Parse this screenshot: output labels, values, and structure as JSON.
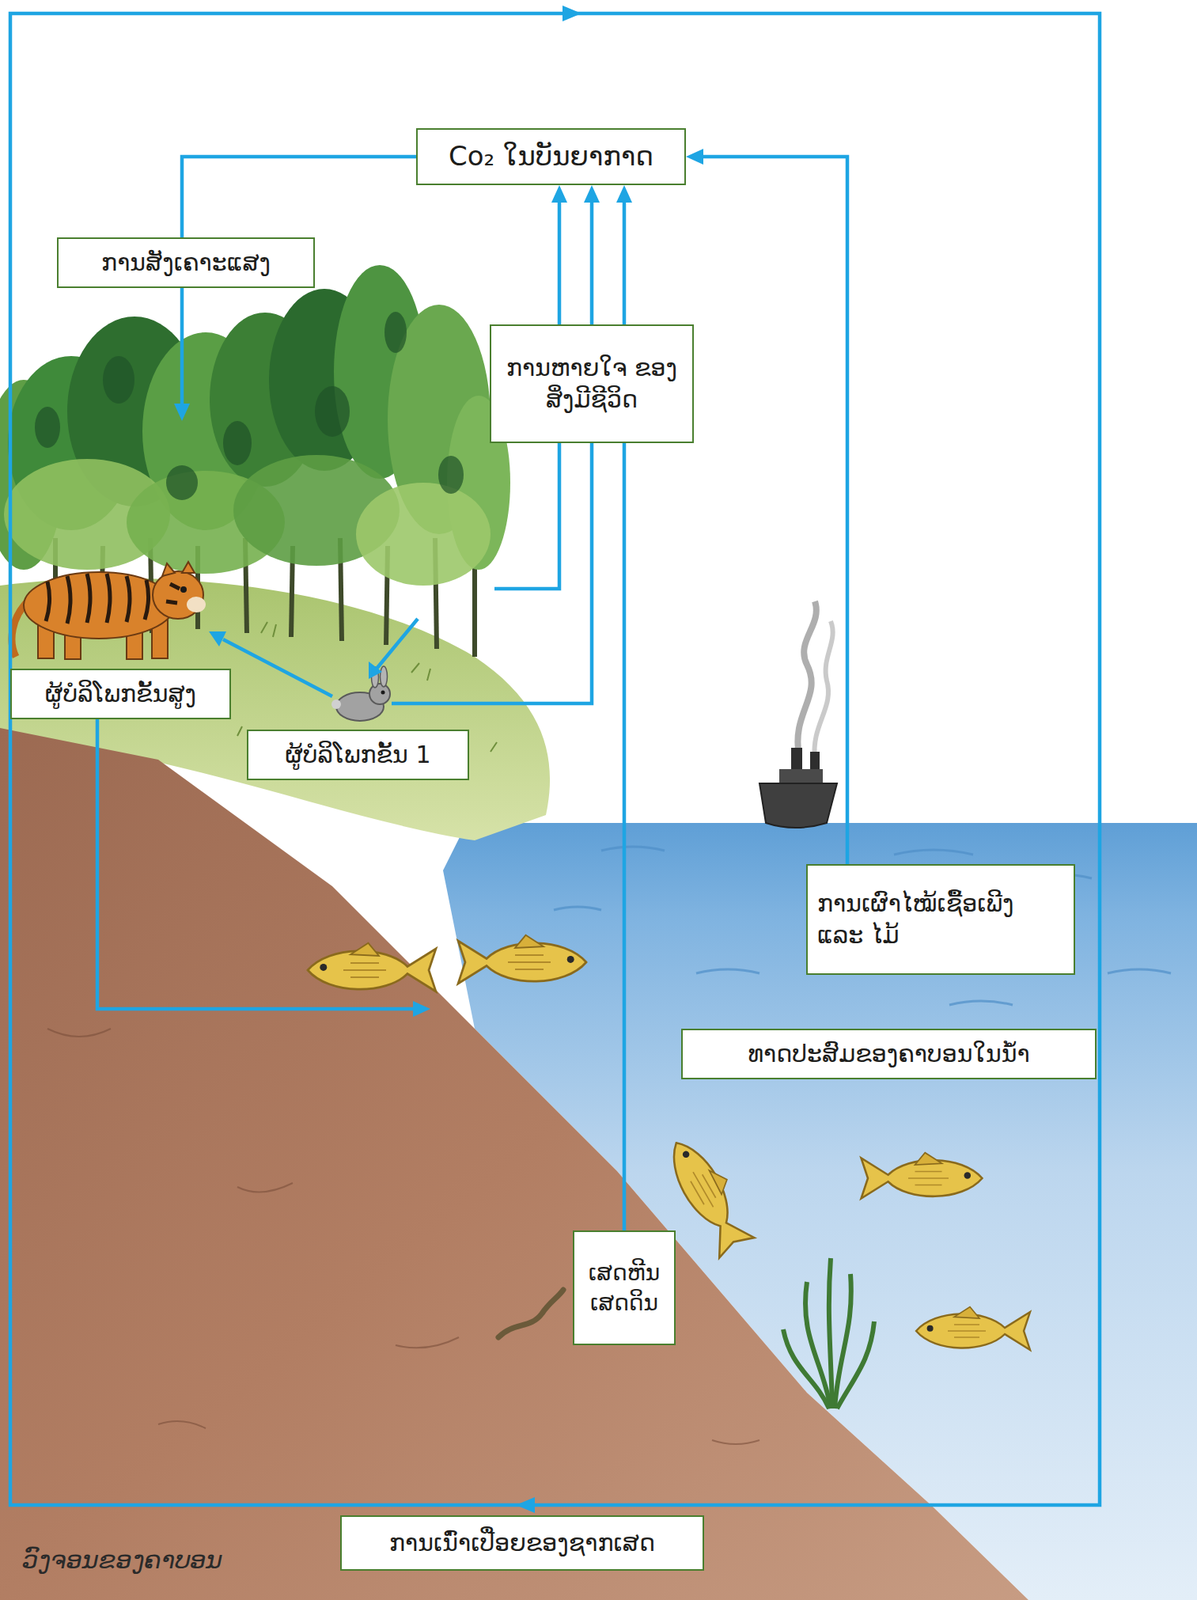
{
  "diagram": {
    "caption": "ວົງຈອນຂອງຄາບອນ",
    "nodes": [
      {
        "text": [
          "Co₂ ໃນບັນຍາກາດ"
        ]
      },
      {
        "text": [
          "ການສັງເຄາະແສງ"
        ]
      },
      {
        "text": [
          "ການຫາຍໃຈ ຂອງສິ່ງມີຊີວິດ"
        ]
      },
      {
        "text": [
          "ຜູ້ບໍລິໂພກຂັ້ນສູງ"
        ]
      },
      {
        "text": [
          "ການເຜົາໄໝ້ເຊື້ອເພີງ ແລະ ໄມ້"
        ]
      },
      {
        "text": [
          "ຜູ້ບໍລິໂພກຂັ້ນ 1"
        ]
      },
      {
        "text": [
          "ທາດປະສົມຂອງຄາບອນໃນນ້ຳ"
        ]
      },
      {
        "text": [
          "ເສດຫີນ ເສດດິນ"
        ]
      },
      {
        "text": [
          "ການເນົ່າເປື່ອຍຂອງຊາກເສດ"
        ]
      }
    ],
    "edges": [
      {
        "from": 0,
        "to": 1,
        "arrow": "none"
      },
      {
        "from": 2,
        "to": 0,
        "arrow": "to"
      },
      {
        "from": 2,
        "to": 0,
        "arrow": "to"
      },
      {
        "from": 2,
        "to": 0,
        "arrow": "to"
      },
      {
        "from": 4,
        "to": 0,
        "arrow": "to"
      },
      {
        "from": 7,
        "to": 2,
        "arrow": "none"
      }
    ]
  }
}
